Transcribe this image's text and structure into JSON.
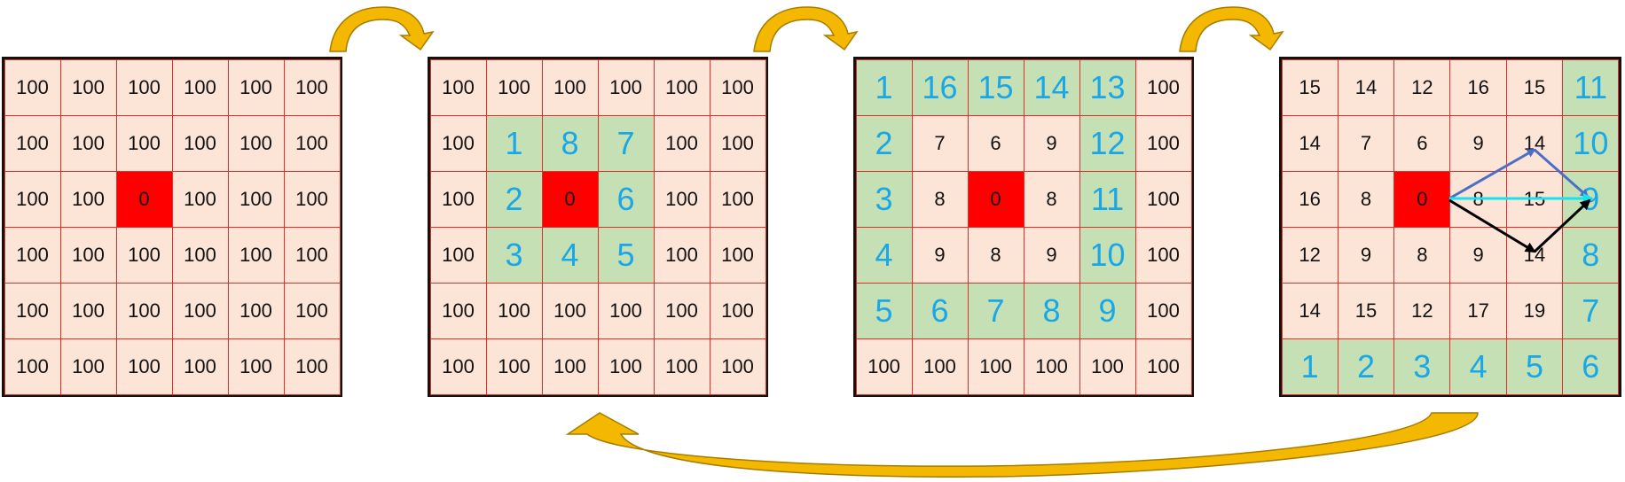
{
  "colors": {
    "cell_default": "#fce4d6",
    "cell_visited": "#c5e0b4",
    "cell_source": "#ff0000",
    "grid_line": "#e0302a",
    "frontier_text": "#1aa7e8",
    "arrow_fill": "#f5b800",
    "arrow_stroke": "#a67c00",
    "vector_blue": "#4a6fc7",
    "vector_cyan": "#14e4f0",
    "vector_black": "#000000"
  },
  "grids": [
    {
      "id": "grid-1",
      "rows": [
        [
          {
            "v": "100"
          },
          {
            "v": "100"
          },
          {
            "v": "100"
          },
          {
            "v": "100"
          },
          {
            "v": "100"
          },
          {
            "v": "100"
          }
        ],
        [
          {
            "v": "100"
          },
          {
            "v": "100"
          },
          {
            "v": "100"
          },
          {
            "v": "100"
          },
          {
            "v": "100"
          },
          {
            "v": "100"
          }
        ],
        [
          {
            "v": "100"
          },
          {
            "v": "100"
          },
          {
            "v": "0",
            "s": "red"
          },
          {
            "v": "100"
          },
          {
            "v": "100"
          },
          {
            "v": "100"
          }
        ],
        [
          {
            "v": "100"
          },
          {
            "v": "100"
          },
          {
            "v": "100"
          },
          {
            "v": "100"
          },
          {
            "v": "100"
          },
          {
            "v": "100"
          }
        ],
        [
          {
            "v": "100"
          },
          {
            "v": "100"
          },
          {
            "v": "100"
          },
          {
            "v": "100"
          },
          {
            "v": "100"
          },
          {
            "v": "100"
          }
        ],
        [
          {
            "v": "100"
          },
          {
            "v": "100"
          },
          {
            "v": "100"
          },
          {
            "v": "100"
          },
          {
            "v": "100"
          },
          {
            "v": "100"
          }
        ]
      ]
    },
    {
      "id": "grid-2",
      "rows": [
        [
          {
            "v": "100"
          },
          {
            "v": "100"
          },
          {
            "v": "100"
          },
          {
            "v": "100"
          },
          {
            "v": "100"
          },
          {
            "v": "100"
          }
        ],
        [
          {
            "v": "100"
          },
          {
            "v": "1",
            "s": "green"
          },
          {
            "v": "8",
            "s": "green"
          },
          {
            "v": "7",
            "s": "green"
          },
          {
            "v": "100"
          },
          {
            "v": "100"
          }
        ],
        [
          {
            "v": "100"
          },
          {
            "v": "2",
            "s": "green"
          },
          {
            "v": "0",
            "s": "red"
          },
          {
            "v": "6",
            "s": "green"
          },
          {
            "v": "100"
          },
          {
            "v": "100"
          }
        ],
        [
          {
            "v": "100"
          },
          {
            "v": "3",
            "s": "green"
          },
          {
            "v": "4",
            "s": "green"
          },
          {
            "v": "5",
            "s": "green"
          },
          {
            "v": "100"
          },
          {
            "v": "100"
          }
        ],
        [
          {
            "v": "100"
          },
          {
            "v": "100"
          },
          {
            "v": "100"
          },
          {
            "v": "100"
          },
          {
            "v": "100"
          },
          {
            "v": "100"
          }
        ],
        [
          {
            "v": "100"
          },
          {
            "v": "100"
          },
          {
            "v": "100"
          },
          {
            "v": "100"
          },
          {
            "v": "100"
          },
          {
            "v": "100"
          }
        ]
      ]
    },
    {
      "id": "grid-3",
      "rows": [
        [
          {
            "v": "1",
            "s": "green"
          },
          {
            "v": "16",
            "s": "green"
          },
          {
            "v": "15",
            "s": "green"
          },
          {
            "v": "14",
            "s": "green"
          },
          {
            "v": "13",
            "s": "green"
          },
          {
            "v": "100"
          }
        ],
        [
          {
            "v": "2",
            "s": "green"
          },
          {
            "v": "7"
          },
          {
            "v": "6"
          },
          {
            "v": "9"
          },
          {
            "v": "12",
            "s": "green"
          },
          {
            "v": "100"
          }
        ],
        [
          {
            "v": "3",
            "s": "green"
          },
          {
            "v": "8"
          },
          {
            "v": "0",
            "s": "red"
          },
          {
            "v": "8"
          },
          {
            "v": "11",
            "s": "green"
          },
          {
            "v": "100"
          }
        ],
        [
          {
            "v": "4",
            "s": "green"
          },
          {
            "v": "9"
          },
          {
            "v": "8"
          },
          {
            "v": "9"
          },
          {
            "v": "10",
            "s": "green"
          },
          {
            "v": "100"
          }
        ],
        [
          {
            "v": "5",
            "s": "green"
          },
          {
            "v": "6",
            "s": "green"
          },
          {
            "v": "7",
            "s": "green"
          },
          {
            "v": "8",
            "s": "green"
          },
          {
            "v": "9",
            "s": "green"
          },
          {
            "v": "100"
          }
        ],
        [
          {
            "v": "100"
          },
          {
            "v": "100"
          },
          {
            "v": "100"
          },
          {
            "v": "100"
          },
          {
            "v": "100"
          },
          {
            "v": "100"
          }
        ]
      ]
    },
    {
      "id": "grid-4",
      "rows": [
        [
          {
            "v": "15"
          },
          {
            "v": "14"
          },
          {
            "v": "12"
          },
          {
            "v": "16"
          },
          {
            "v": "15"
          },
          {
            "v": "11",
            "s": "green"
          }
        ],
        [
          {
            "v": "14"
          },
          {
            "v": "7"
          },
          {
            "v": "6"
          },
          {
            "v": "9"
          },
          {
            "v": "14"
          },
          {
            "v": "10",
            "s": "green"
          }
        ],
        [
          {
            "v": "16"
          },
          {
            "v": "8"
          },
          {
            "v": "0",
            "s": "red"
          },
          {
            "v": "8"
          },
          {
            "v": "15"
          },
          {
            "v": "9",
            "s": "green"
          }
        ],
        [
          {
            "v": "12"
          },
          {
            "v": "9"
          },
          {
            "v": "8"
          },
          {
            "v": "9"
          },
          {
            "v": "14"
          },
          {
            "v": "8",
            "s": "green"
          }
        ],
        [
          {
            "v": "14"
          },
          {
            "v": "15"
          },
          {
            "v": "12"
          },
          {
            "v": "17"
          },
          {
            "v": "19"
          },
          {
            "v": "7",
            "s": "green"
          }
        ],
        [
          {
            "v": "1",
            "s": "green"
          },
          {
            "v": "2",
            "s": "green"
          },
          {
            "v": "3",
            "s": "green"
          },
          {
            "v": "4",
            "s": "green"
          },
          {
            "v": "5",
            "s": "green"
          },
          {
            "v": "6",
            "s": "green"
          }
        ]
      ]
    }
  ],
  "arrows": [
    {
      "name": "curved-arrow-1-to-2"
    },
    {
      "name": "curved-arrow-2-to-3"
    },
    {
      "name": "curved-arrow-3-to-4"
    },
    {
      "name": "return-arrow-4-to-2"
    }
  ],
  "vectors": [
    {
      "name": "vector-blue-path",
      "color": "#4a6fc7"
    },
    {
      "name": "vector-cyan-direct",
      "color": "#14e4f0"
    },
    {
      "name": "vector-black-path",
      "color": "#000000"
    }
  ]
}
